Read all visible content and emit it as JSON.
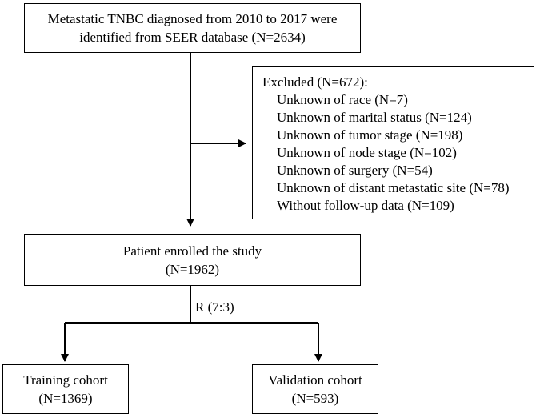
{
  "top_box": {
    "line1": "Metastatic TNBC diagnosed from 2010 to 2017 were",
    "line2": "identified from SEER database (N=2634)"
  },
  "excluded": {
    "title": "Excluded (N=672):",
    "items": [
      "Unknown of race  (N=7)",
      "Unknown of marital status (N=124)",
      "Unknown of tumor stage (N=198)",
      "Unknown of node stage (N=102)",
      "Unknown of surgery (N=54)",
      "Unknown of distant metastatic site (N=78)",
      "Without follow-up data (N=109)"
    ]
  },
  "enrolled_box": {
    "line1": "Patient enrolled the study",
    "line2": "(N=1962)"
  },
  "split_label": "R (7:3)",
  "training_box": {
    "line1": "Training cohort",
    "line2": "(N=1369)"
  },
  "validation_box": {
    "line1": "Validation cohort",
    "line2": "(N=593)"
  }
}
